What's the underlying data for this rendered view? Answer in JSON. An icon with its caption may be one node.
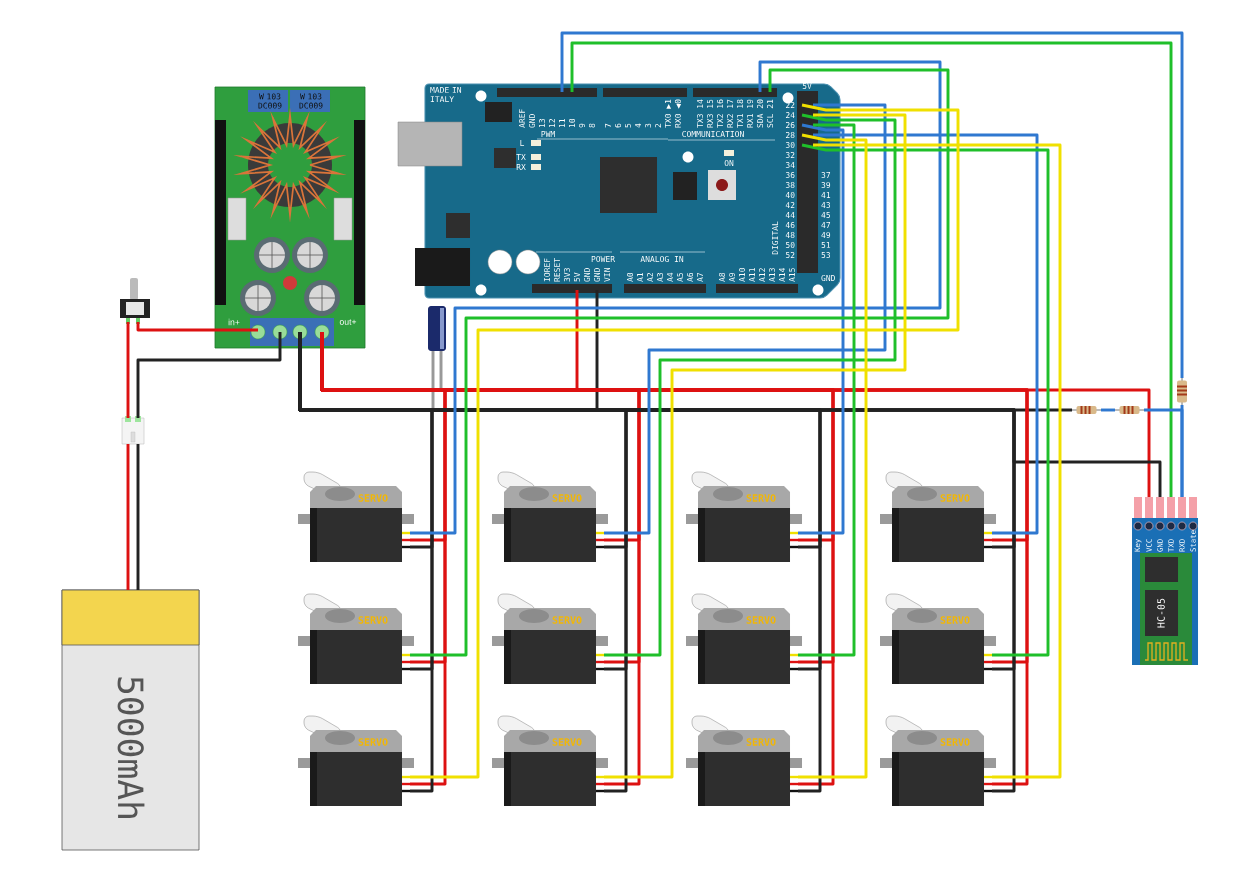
{
  "diagram": {
    "nodes": [
      {
        "text": [],
        "shape": "picture"
      },
      {
        "text": [
          "W 103 DC009",
          "W 103 DC009",
          "in+",
          "out+"
        ]
      },
      {
        "text": [],
        "shape": "picture"
      },
      {
        "text": [
          "MADE IN ITALY",
          "AREF",
          "GND",
          "13",
          "12",
          "11",
          "10",
          "9",
          "8",
          "7",
          "6",
          "5",
          "4",
          "3",
          "2",
          "TX0 ▶1",
          "RX0 ◀0",
          "TX3 14",
          "RX3 15",
          "TX2 16",
          "RX2 17",
          "TX1 18",
          "RX1 19",
          "SDA 20",
          "SCL 21",
          "PWM",
          "COMMUNICATION",
          "L",
          "TX",
          "RX",
          "ON",
          "5V",
          "22",
          "24",
          "26",
          "28",
          "30",
          "32",
          "34",
          "36",
          "38",
          "40",
          "42",
          "44",
          "46",
          "48",
          "50",
          "52",
          "37",
          "39",
          "41",
          "43",
          "45",
          "47",
          "49",
          "51",
          "53",
          "GND",
          "DIGITAL",
          "POWER",
          "ANALOG IN",
          "IOREF",
          "RESET",
          "3V3",
          "5V",
          "GND",
          "GND",
          "VIN",
          "A0",
          "A1",
          "A2",
          "A3",
          "A4",
          "A5",
          "A6",
          "A7",
          "A8",
          "A9",
          "A10",
          "A11",
          "A12",
          "A13",
          "A14",
          "A15"
        ]
      },
      {
        "text": [
          "5000mAh"
        ]
      },
      {
        "text": [],
        "shape": "box"
      },
      {
        "text": [
          "Key",
          "VCC",
          "GND",
          "TXD",
          "RXD",
          "State",
          "HC-05"
        ]
      },
      {
        "text": [
          "SERVO"
        ]
      },
      {
        "text": [
          "SERVO"
        ]
      },
      {
        "text": [
          "SERVO"
        ]
      },
      {
        "text": [
          "SERVO"
        ]
      },
      {
        "text": [
          "SERVO"
        ]
      },
      {
        "text": [
          "SERVO"
        ]
      },
      {
        "text": [
          "SERVO"
        ]
      },
      {
        "text": [
          "SERVO"
        ]
      },
      {
        "text": [
          "SERVO"
        ]
      },
      {
        "text": [
          "SERVO"
        ]
      },
      {
        "text": [
          "SERVO"
        ]
      },
      {
        "text": [
          "SERVO"
        ]
      },
      {
        "text": [],
        "shape": "picture"
      },
      {
        "text": [],
        "shape": "picture"
      },
      {
        "text": [],
        "shape": "picture"
      }
    ],
    "edges": [
      {
        "from": 4,
        "to": 5,
        "arrow": "none",
        "color": "#dd1111"
      },
      {
        "from": 4,
        "to": 5,
        "arrow": "none",
        "color": "#222222"
      },
      {
        "from": 5,
        "to": 0,
        "arrow": "none",
        "color": "#dd1111"
      },
      {
        "from": 0,
        "to": 1,
        "arrow": "none",
        "color": "#dd1111"
      },
      {
        "from": 1,
        "to": 5,
        "arrow": "none",
        "color": "#222222"
      },
      {
        "from": 1,
        "to": 6,
        "arrow": "none",
        "color": "#dd1111"
      },
      {
        "from": 1,
        "to": 6,
        "arrow": "none",
        "color": "#222222"
      },
      {
        "from": 3,
        "to": 1,
        "arrow": "none",
        "color": "#dd1111"
      },
      {
        "from": 3,
        "to": 1,
        "arrow": "none",
        "color": "#222222"
      },
      {
        "from": 3,
        "to": 19,
        "arrow": "none",
        "color": "#2f78d0"
      },
      {
        "from": 19,
        "to": 6,
        "arrow": "none",
        "color": "#2f78d0"
      },
      {
        "from": 3,
        "to": 6,
        "arrow": "none",
        "color": "#1fbf2a"
      },
      {
        "from": 1,
        "to": 20,
        "arrow": "none",
        "color": "#222222"
      },
      {
        "from": 20,
        "to": 21,
        "arrow": "none",
        "color": "#2f78d0"
      },
      {
        "from": 21,
        "to": 6,
        "arrow": "none",
        "color": "#2f78d0"
      },
      {
        "from": 1,
        "to": 7,
        "arrow": "none",
        "color": "#dd1111"
      },
      {
        "from": 1,
        "to": 8,
        "arrow": "none",
        "color": "#dd1111"
      },
      {
        "from": 1,
        "to": 9,
        "arrow": "none",
        "color": "#dd1111"
      },
      {
        "from": 1,
        "to": 10,
        "arrow": "none",
        "color": "#dd1111"
      },
      {
        "from": 1,
        "to": 11,
        "arrow": "none",
        "color": "#dd1111"
      },
      {
        "from": 1,
        "to": 12,
        "arrow": "none",
        "color": "#dd1111"
      },
      {
        "from": 1,
        "to": 13,
        "arrow": "none",
        "color": "#dd1111"
      },
      {
        "from": 1,
        "to": 14,
        "arrow": "none",
        "color": "#dd1111"
      },
      {
        "from": 1,
        "to": 15,
        "arrow": "none",
        "color": "#dd1111"
      },
      {
        "from": 1,
        "to": 16,
        "arrow": "none",
        "color": "#dd1111"
      },
      {
        "from": 1,
        "to": 17,
        "arrow": "none",
        "color": "#dd1111"
      },
      {
        "from": 1,
        "to": 18,
        "arrow": "none",
        "color": "#dd1111"
      },
      {
        "from": 1,
        "to": 7,
        "arrow": "none",
        "color": "#222222"
      },
      {
        "from": 1,
        "to": 8,
        "arrow": "none",
        "color": "#222222"
      },
      {
        "from": 1,
        "to": 9,
        "arrow": "none",
        "color": "#222222"
      },
      {
        "from": 1,
        "to": 10,
        "arrow": "none",
        "color": "#222222"
      },
      {
        "from": 1,
        "to": 11,
        "arrow": "none",
        "color": "#222222"
      },
      {
        "from": 1,
        "to": 12,
        "arrow": "none",
        "color": "#222222"
      },
      {
        "from": 1,
        "to": 13,
        "arrow": "none",
        "color": "#222222"
      },
      {
        "from": 1,
        "to": 14,
        "arrow": "none",
        "color": "#222222"
      },
      {
        "from": 1,
        "to": 15,
        "arrow": "none",
        "color": "#222222"
      },
      {
        "from": 1,
        "to": 16,
        "arrow": "none",
        "color": "#222222"
      },
      {
        "from": 1,
        "to": 17,
        "arrow": "none",
        "color": "#222222"
      },
      {
        "from": 1,
        "to": 18,
        "arrow": "none",
        "color": "#222222"
      },
      {
        "from": 3,
        "to": 7,
        "arrow": "none",
        "color": "#2f78d0"
      },
      {
        "from": 3,
        "to": 8,
        "arrow": "none",
        "color": "#2f78d0"
      },
      {
        "from": 3,
        "to": 9,
        "arrow": "none",
        "color": "#2f78d0"
      },
      {
        "from": 3,
        "to": 10,
        "arrow": "none",
        "color": "#2f78d0"
      },
      {
        "from": 3,
        "to": 11,
        "arrow": "none",
        "color": "#1fbf2a"
      },
      {
        "from": 3,
        "to": 12,
        "arrow": "none",
        "color": "#1fbf2a"
      },
      {
        "from": 3,
        "to": 13,
        "arrow": "none",
        "color": "#1fbf2a"
      },
      {
        "from": 3,
        "to": 14,
        "arrow": "none",
        "color": "#1fbf2a"
      },
      {
        "from": 3,
        "to": 15,
        "arrow": "none",
        "color": "#f0e000"
      },
      {
        "from": 3,
        "to": 16,
        "arrow": "none",
        "color": "#f0e000"
      },
      {
        "from": 3,
        "to": 17,
        "arrow": "none",
        "color": "#f0e000"
      },
      {
        "from": 3,
        "to": 18,
        "arrow": "none",
        "color": "#f0e000"
      },
      {
        "from": 2,
        "to": 1,
        "arrow": "none",
        "color": "#999999"
      },
      {
        "from": 2,
        "to": 1,
        "arrow": "none",
        "color": "#999999"
      }
    ]
  }
}
